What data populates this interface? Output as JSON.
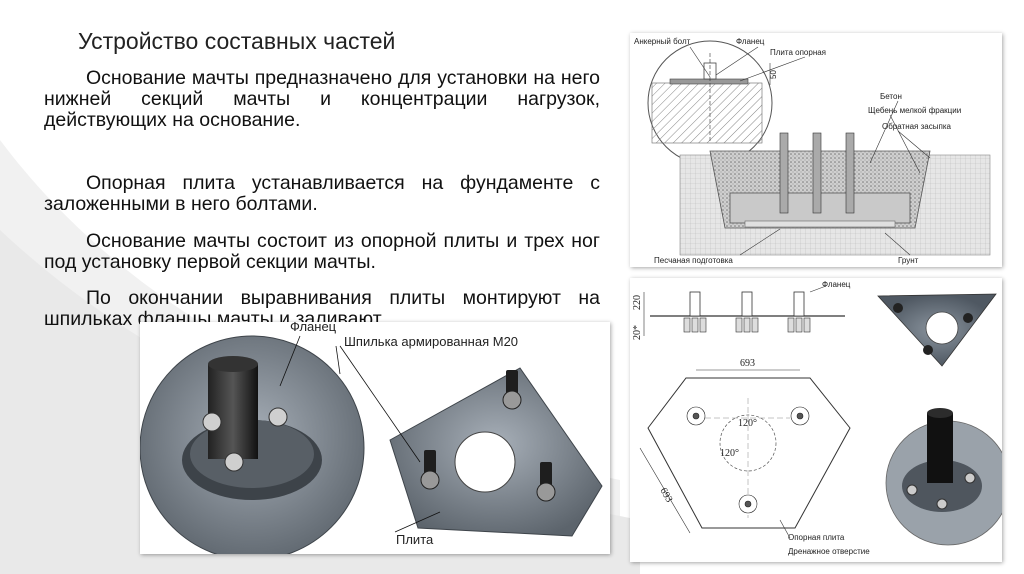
{
  "slide": {
    "title": "Устройство составных частей",
    "paragraphs": [
      "Основание мачты предназначено для установки на него нижней секций мачты и концентрации нагрузок, действующих на основание.",
      "Опорная плита устанавливается на фундаменте с заложенными в него болтами.",
      "Основание мачты состоит из опорной плиты и трех ног под установку первой секции мачты.",
      "По окончании выравнивания плиты монтируют на шпильках фланцы мачты и заливают"
    ]
  },
  "fig_foundation": {
    "labels": {
      "anchor_bolt": "Анкерный болт",
      "flange": "Фланец",
      "base_plate": "Плита опорная",
      "concrete": "Бетон",
      "gravel": "Щебень мелкой фракции",
      "backfill": "Обратная засыпка",
      "sand": "Песчаная подготовка",
      "soil": "Грунт",
      "dim_50": "50"
    }
  },
  "fig_plate": {
    "labels": {
      "flange": "Фланец",
      "dim_220": "220",
      "dim_20": "20*",
      "dim_693_top": "693",
      "dim_693_side": "693",
      "angle_a": "120°",
      "angle_b": "120°",
      "base_plate": "Опорная плита",
      "drain_hole": "Дренажное отверстие"
    }
  },
  "fig_render": {
    "labels": {
      "flange": "Фланец",
      "stud": "Шпилька армированная М20",
      "plate": "Плита"
    }
  },
  "colors": {
    "accent_gray": "#d8d8d8",
    "plate": "#6b7580",
    "concrete": "#b5b5b5"
  }
}
